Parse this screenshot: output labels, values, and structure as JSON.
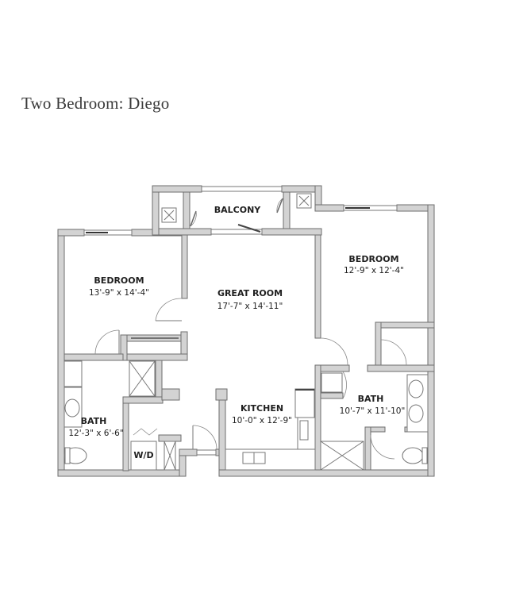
{
  "title": "Two Bedroom: Diego",
  "rooms": {
    "balcony": {
      "label": "BALCONY"
    },
    "bedroom_left": {
      "label": "BEDROOM",
      "dimensions": "13'-9\" x 14'-4\""
    },
    "great_room": {
      "label": "GREAT ROOM",
      "dimensions": "17'-7\" x 14'-11\""
    },
    "bedroom_right": {
      "label": "BEDROOM",
      "dimensions": "12'-9\" x 12'-4\""
    },
    "bath_left": {
      "label": "BATH",
      "dimensions": "12'-3\" x 6'-6\""
    },
    "washer_dryer": {
      "label": "W/D"
    },
    "kitchen": {
      "label": "KITCHEN",
      "dimensions": "10'-0\" x 12'-9\""
    },
    "bath_right": {
      "label": "BATH",
      "dimensions": "10'-7\" x 11'-10\""
    }
  },
  "colors": {
    "wall_fill": "#d3d3d3",
    "wall_stroke": "#6e6e6e",
    "text": "#1f1f1f",
    "title": "#3a3a3a"
  }
}
